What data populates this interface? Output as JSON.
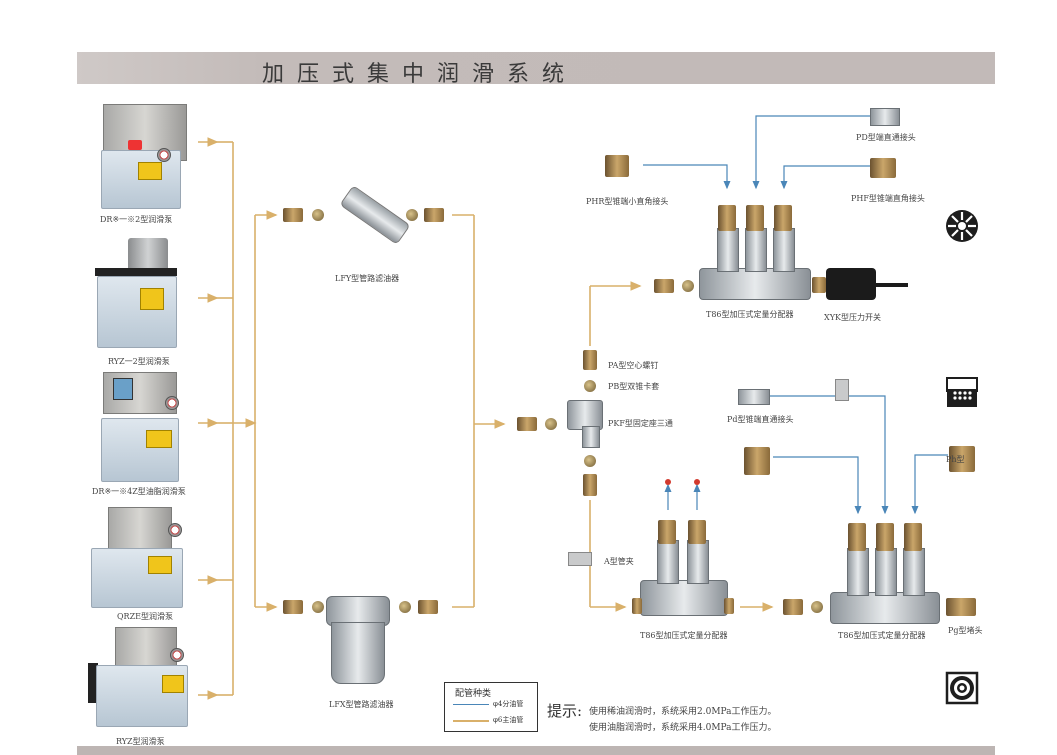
{
  "header": {
    "title": "加压式集中润滑系统"
  },
  "pumps": [
    {
      "label": "DR※一※2型润滑泵"
    },
    {
      "label": "RYZ一2型润滑泵"
    },
    {
      "label": "DR※一※4Z型油脂润滑泵"
    },
    {
      "label": "QRZE型润滑泵"
    },
    {
      "label": "RYZ型润滑泵"
    }
  ],
  "filters": [
    {
      "label": "LFY型管路滤油器"
    },
    {
      "label": "LFX型管路滤油器"
    }
  ],
  "fittings": {
    "pa": "PA型空心螺钉",
    "pb": "PB型双锥卡套",
    "pkf": "PKF型固定座三通",
    "a_clamp": "A型管夹",
    "phr": "PHR型锥端小直角接头",
    "pd_top": "PD型端直通接头",
    "phf": "PHF型锥端直角接头",
    "pd_mid": "Pd型锥端直通接头",
    "ph_right": "Ph型",
    "pg_plug": "Pg型堵头",
    "xyk": "XYK型压力开关"
  },
  "distributors": [
    {
      "label": "T86型加压式定量分配器",
      "outlets": 3
    },
    {
      "label": "T86型加压式定量分配器",
      "outlets": 2
    },
    {
      "label": "T86型加压式定量分配器",
      "outlets": 3
    }
  ],
  "legend": {
    "title": "配管种类",
    "items": [
      {
        "label": "φ4分油管",
        "color": "#4a86b8"
      },
      {
        "label": "φ6主油管",
        "color": "#d9b06a"
      }
    ]
  },
  "note": {
    "prefix": "提示:",
    "lines": [
      "使用稀油润滑时，系统采用2.0MPa工作压力。",
      "使用油脂润滑时，系统采用4.0MPa工作压力。"
    ]
  },
  "colors": {
    "main_pipe": "#d9b06a",
    "branch_pipe": "#4a86b8",
    "title_bar": "#c3bbb9",
    "outlet_dot": "#d23a2e"
  },
  "icons": [
    "gear-wheel-icon",
    "bearing-block-icon",
    "ring-bearing-icon"
  ]
}
